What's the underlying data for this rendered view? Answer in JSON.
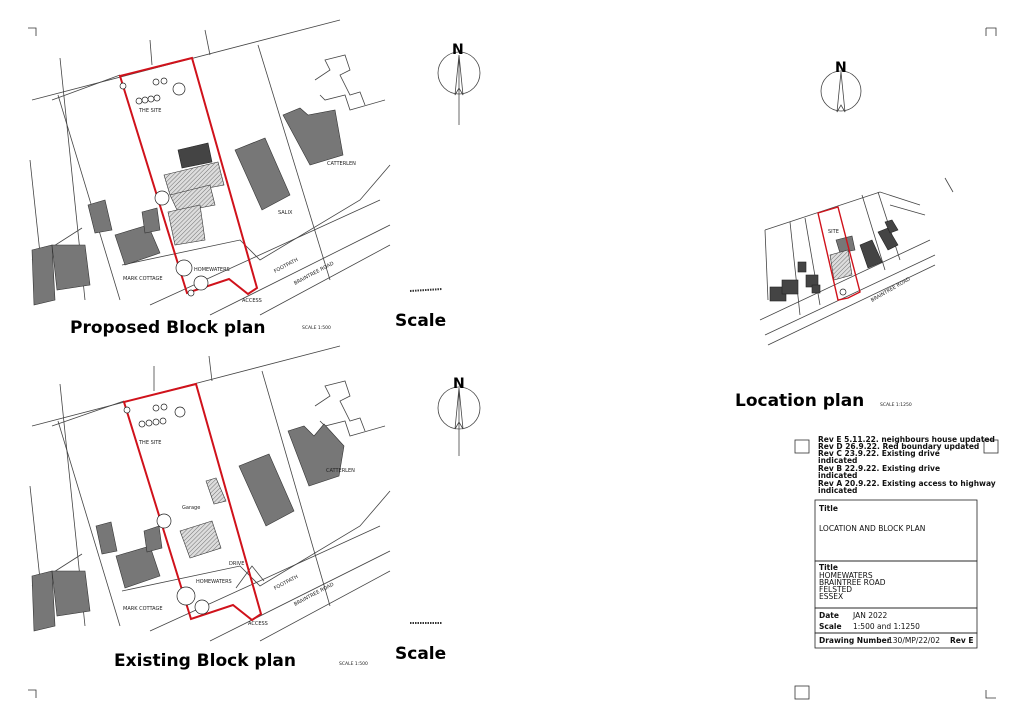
{
  "proposed_plan": {
    "title": "Proposed Block plan",
    "scale_note": "SCALE 1:500",
    "scale_label": "Scale",
    "labels": {
      "site": "THE SITE",
      "catterlen": "CATTERLEN",
      "salix": "SALIX",
      "mark_cottage": "MARK COTTAGE",
      "homewaters": "HOMEWATERS",
      "footpath": "FOOTPATH",
      "road": "BRAINTREE ROAD",
      "access": "ACCESS"
    },
    "north": "N"
  },
  "existing_plan": {
    "title": "Existing Block plan",
    "scale_note": "SCALE 1:500",
    "scale_label": "Scale",
    "labels": {
      "site": "THE SITE",
      "catterlen": "CATTERLEN",
      "garage": "Garage",
      "drive": "DRIVE",
      "mark_cottage": "MARK COTTAGE",
      "homewaters": "HOMEWATERS",
      "footpath": "FOOTPATH",
      "road": "BRAINTREE ROAD",
      "access": "ACCESS"
    },
    "north": "N"
  },
  "location_plan": {
    "title": "Location plan",
    "scale_note": "SCALE 1:1250",
    "labels": {
      "site": "SITE",
      "road": "BRAINTREE ROAD"
    },
    "north": "N"
  },
  "revisions": [
    "Rev E 5.11.22. neighbours house updated",
    "Rev D 26.9.22. Red boundary updated",
    "Rev C 23.9.22. Existing  drive",
    "indicated",
    "Rev B 22.9.22. Existing  drive",
    "indicated",
    "Rev A 20.9.22. Existing access to highway",
    "indicated"
  ],
  "title_block": {
    "title_label": "Title",
    "title_value": "LOCATION AND BLOCK PLAN",
    "address_label": "Title",
    "address_lines": [
      "HOMEWATERS",
      "BRAINTREE ROAD",
      "FELSTED",
      "ESSEX"
    ],
    "date_label": "Date",
    "date_value": "JAN  2022",
    "scale_label": "Scale",
    "scale_value": "1:500 and 1:1250",
    "drawing_number_label": "Drawing Number",
    "drawing_number_value": "130/MP/22/02",
    "revision": "Rev E"
  },
  "colors": {
    "boundary": "#d0121b",
    "building": "#777777"
  }
}
